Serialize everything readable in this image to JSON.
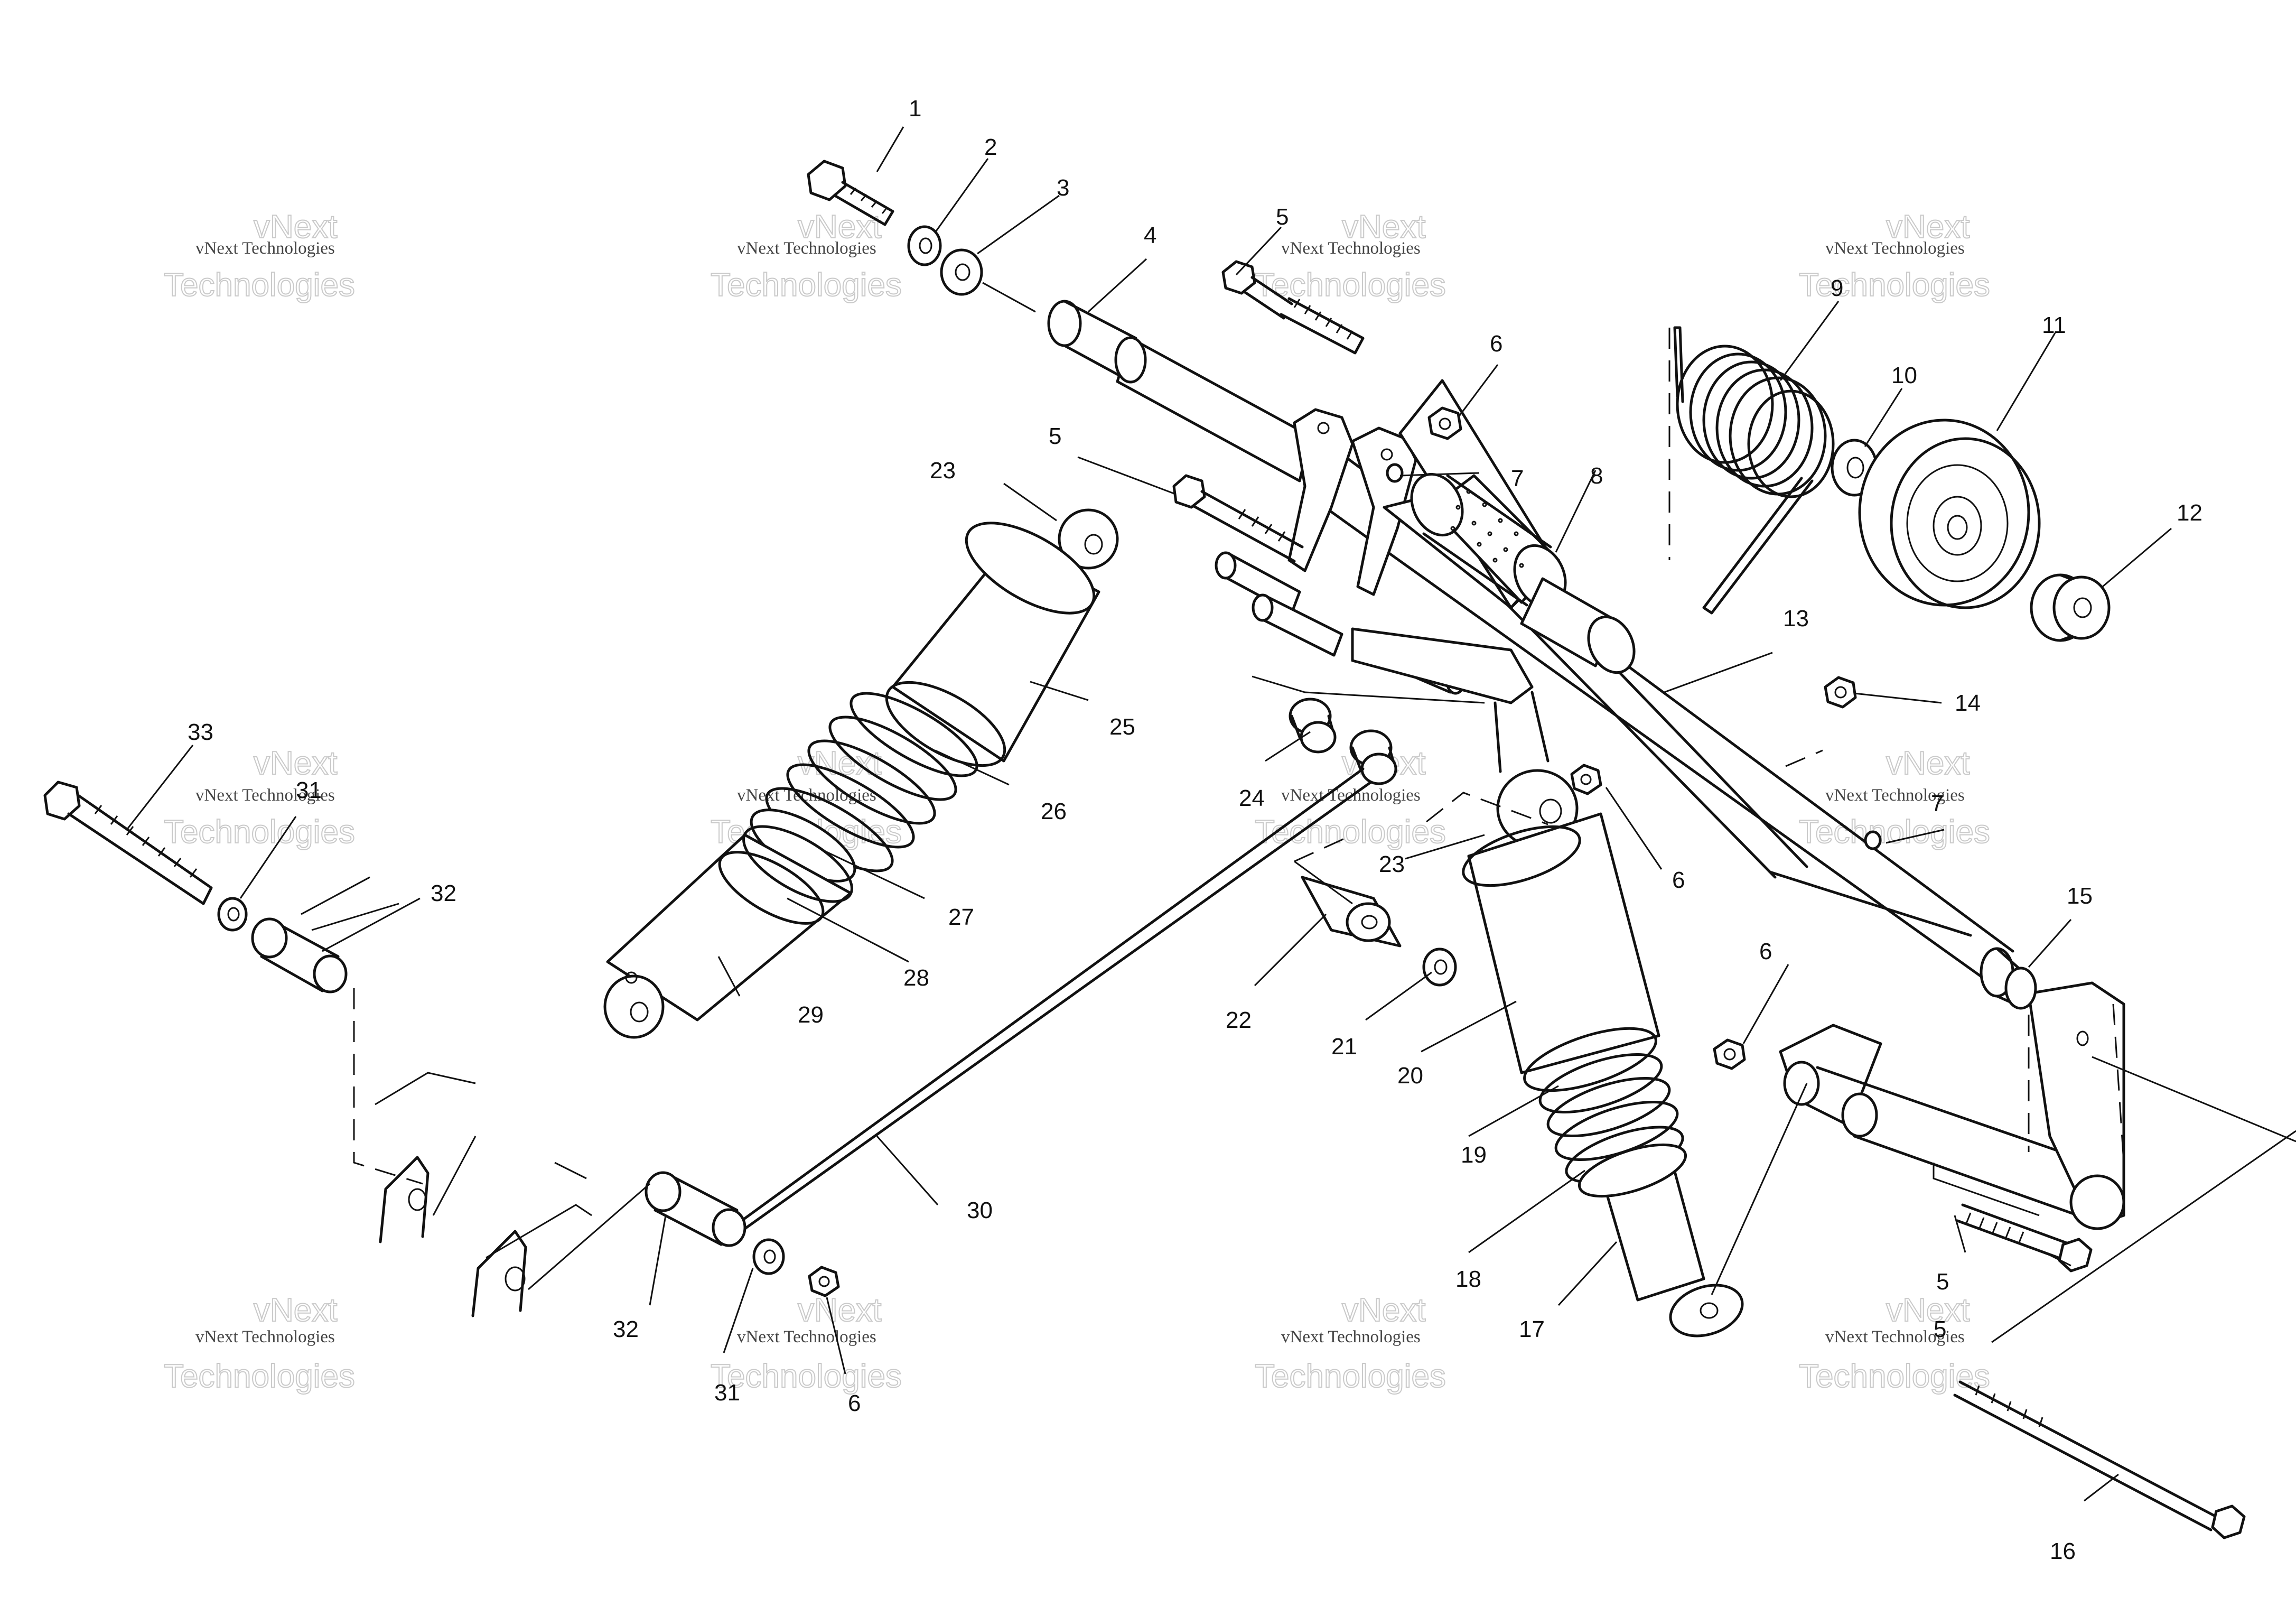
{
  "watermark": {
    "line1": "vNext",
    "line2": "vNext Technologies",
    "line3": "Technologies"
  },
  "callouts": {
    "c1": "1",
    "c2": "2",
    "c3": "3",
    "c4": "4",
    "c5a": "5",
    "c5b": "5",
    "c5c": "5",
    "c5d": "5",
    "c6a": "6",
    "c6b": "6",
    "c6c": "6",
    "c6d": "6",
    "c7a": "7",
    "c7b": "7",
    "c8": "8",
    "c9": "9",
    "c10": "10",
    "c11": "11",
    "c12": "12",
    "c13": "13",
    "c14": "14",
    "c15": "15",
    "c16": "16",
    "c17": "17",
    "c18": "18",
    "c19": "19",
    "c20": "20",
    "c21": "21",
    "c22": "22",
    "c23a": "23",
    "c23b": "23",
    "c24": "24",
    "c25": "25",
    "c26": "26",
    "c27": "27",
    "c28": "28",
    "c29": "29",
    "c30": "30",
    "c31a": "31",
    "c31b": "31",
    "c32a": "32",
    "c32b": "32",
    "c33": "33"
  }
}
